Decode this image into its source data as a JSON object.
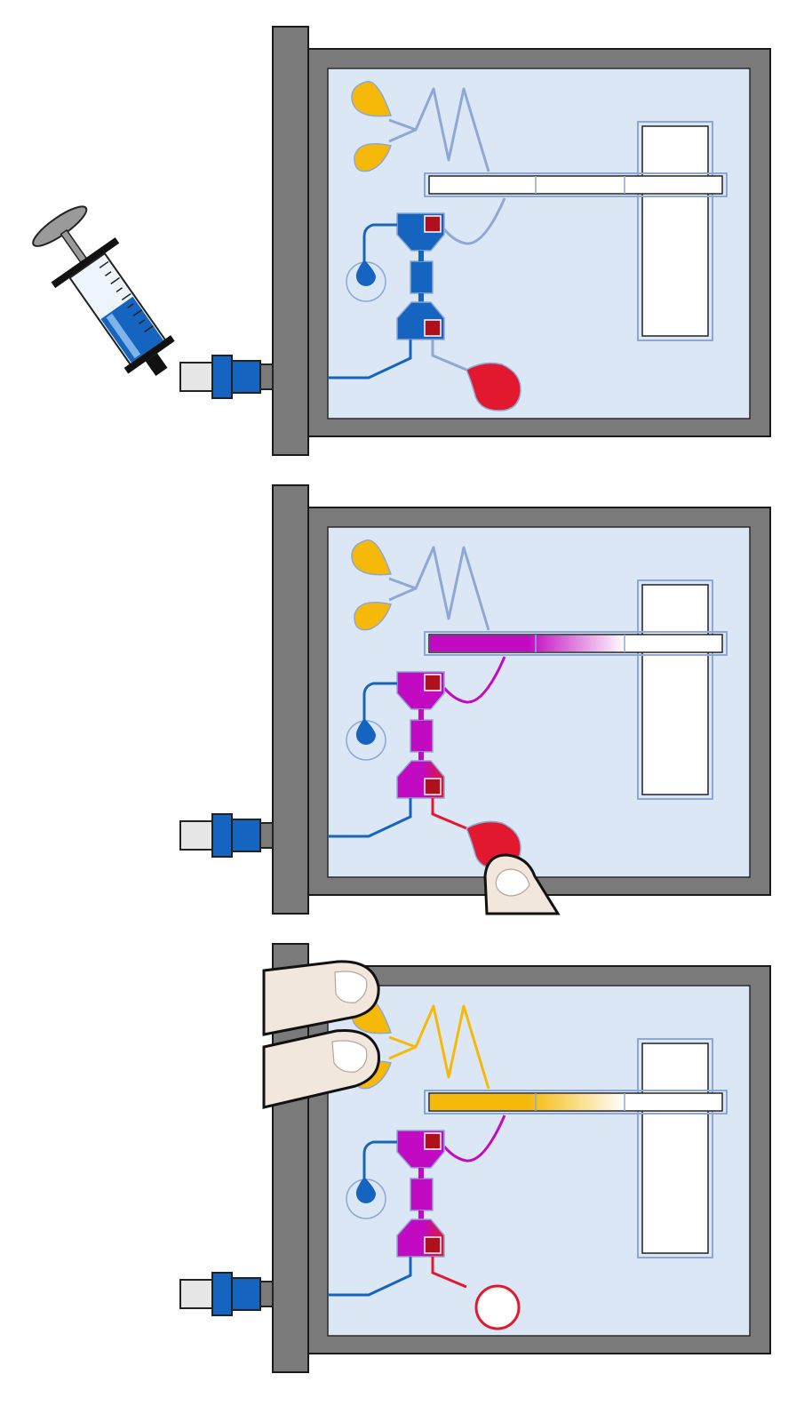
{
  "figure": {
    "panel_count": 3,
    "colors": {
      "frame": "#7a7a7a",
      "frame_outline": "#1a1a1a",
      "chip": "#dbe7f5",
      "outline": "#8ea8d6",
      "blue": "#1565c0",
      "blue_light": "#7fb4e8",
      "red": "#e2182e",
      "dark_red": "#b0101c",
      "magenta": "#c20ac2",
      "yellow": "#f6b90a",
      "skin": "#f2e7dc",
      "white": "#ffffff"
    },
    "panels": [
      {
        "id": "panel-1",
        "description_key": "syringe-injection",
        "show_syringe": true,
        "finger": "none",
        "stain_color": "blue",
        "strip_fill": "none",
        "serpentine_color": "outline",
        "red_reservoir": "full"
      },
      {
        "id": "panel-2",
        "description_key": "press-red-blister",
        "show_syringe": false,
        "finger": "bottom-press",
        "stain_color": "magenta",
        "strip_fill": "magenta",
        "serpentine_color": "outline",
        "red_reservoir": "pressed"
      },
      {
        "id": "panel-3",
        "description_key": "press-yellow-blisters",
        "show_syringe": false,
        "finger": "left-two-fingers",
        "stain_color": "magenta",
        "strip_fill": "yellow",
        "serpentine_color": "yellow",
        "red_reservoir": "empty"
      }
    ],
    "icons": [
      "syringe-icon",
      "finger-icon",
      "connector-icon"
    ]
  }
}
